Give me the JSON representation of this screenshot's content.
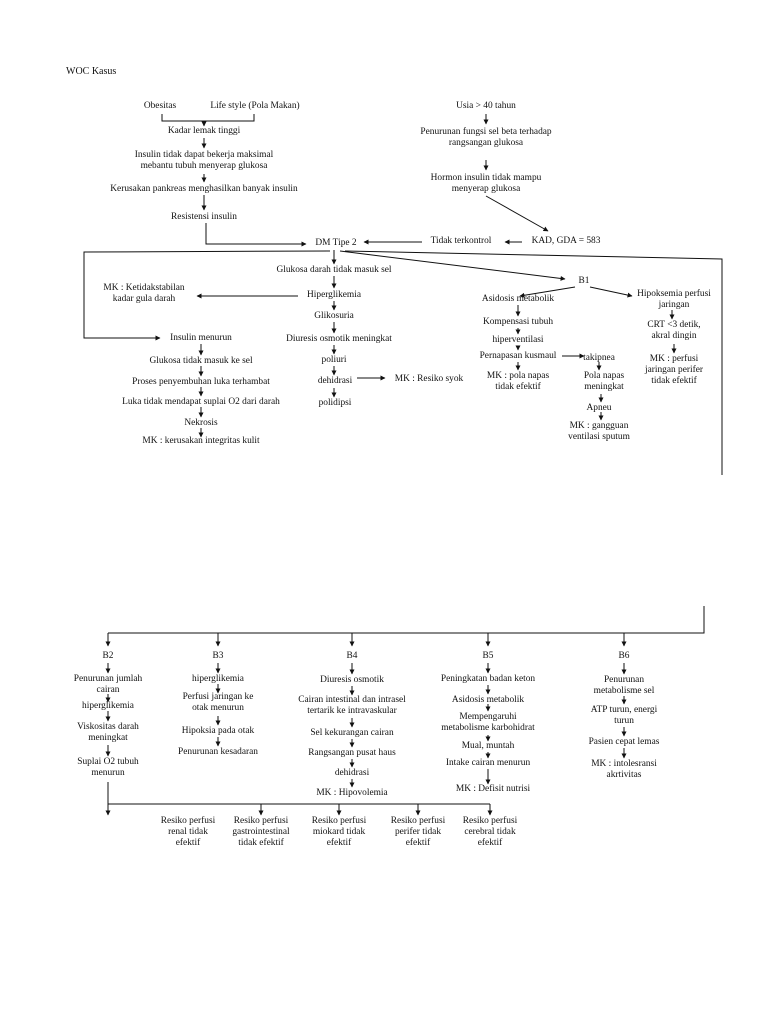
{
  "title": "WOC Kasus",
  "nodes": {
    "obesitas": "Obesitas",
    "lifestyle": "Life style (Pola Makan)",
    "kadar_lemak": "Kadar lemak tinggi",
    "insulin_tidak_bekerja": "Insulin tidak dapat bekerja maksimal\nmebantu tubuh menyerap glukosa",
    "kerusakan_pankreas": "Kerusakan pankreas menghasilkan banyak insulin",
    "resistensi": "Resistensi insulin",
    "usia": "Usia > 40 tahun",
    "penurunan_fungsi": "Penurunan fungsi sel beta terhadap\nrangsangan glukosa",
    "hormon_insulin": "Hormon insulin tidak mampu\nmenyerap glukosa",
    "kad": "KAD, GDA = 583",
    "tidak_terkontrol": "Tidak terkontrol",
    "dm_tipe2": "DM Tipe 2",
    "glukosa_darah": "Glukosa darah tidak masuk sel",
    "hiperglikemia": "Hiperglikemia",
    "mk_ketidakstabilan": "MK : Ketidakstabilan\nkadar gula darah",
    "glikosuria": "Glikosuria",
    "diuresis": "Diuresis osmotik meningkat",
    "poliuri": "poliuri",
    "dehidrasi": "dehidrasi",
    "mk_syok": "MK : Resiko syok",
    "polidipsi": "polidipsi",
    "insulin_menurun": "Insulin menurun",
    "glukosa_tidak_masuk": "Glukosa tidak masuk ke sel",
    "proses_penyembuhan": "Proses penyembuhan luka terhambat",
    "luka_tidak": "Luka tidak mendapat suplai O2 dari darah",
    "nekrosis": "Nekrosis",
    "mk_kulit": "MK : kerusakan integritas kulit",
    "b1": "B1",
    "asidosis": "Asidosis metabolik",
    "kompensasi": "Kompensasi tubuh",
    "hiperventilasi": "hiperventilasi",
    "kusmaul": "Pernapasan kusmaul",
    "takipnea": "takipnea",
    "mk_pola_napas": "MK : pola napas\ntidak efektif",
    "pola_napas_meningkat": "Pola napas\nmeningkat",
    "apneu": "Apneu",
    "mk_ventilasi": "MK : gangguan\nventilasi sputum",
    "hipoksemia": "Hipoksemia perfusi\njaringan",
    "crt": "CRT <3 detik,\nakral dingin",
    "mk_perfusi_perifer": "MK : perfusi\njaringan perifer\ntidak efektif",
    "b2": "B2",
    "b2_penurunan": "Penurunan jumlah\ncairan",
    "b2_hiperglikemia": "hiperglikemia",
    "b2_viskositas": "Viskositas darah\nmeningkat",
    "b2_suplai": "Suplai O2 tubuh\nmenurun",
    "b3": "B3",
    "b3_hiperglikemia": "hiperglikemia",
    "b3_perfusi": "Perfusi jaringan ke\notak menurun",
    "b3_hipoksia": "Hipoksia pada otak",
    "b3_kesadaran": "Penurunan kesadaran",
    "b4": "B4",
    "b4_diuresis": "Diuresis osmotik",
    "b4_cairan": "Cairan intestinal dan intrasel\ntertarik ke intravaskular",
    "b4_sel": "Sel kekurangan cairan",
    "b4_rangsangan": "Rangsangan pusat haus",
    "b4_dehidrasi": "dehidrasi",
    "b4_mk": "MK : Hipovolemia",
    "b5": "B5",
    "b5_keton": "Peningkatan badan keton",
    "b5_asidosis": "Asidosis metabolik",
    "b5_mempengaruhi": "Mempengaruhi\nmetabolisme karbohidrat",
    "b5_mual": "Mual, muntah",
    "b5_intake": "Intake cairan menurun",
    "b5_mk": "MK : Defisit nutrisi",
    "b6": "B6",
    "b6_penurunan": "Penurunan\nmetabolisme sel",
    "b6_atp": "ATP turun, energi\nturun",
    "b6_pasien": "Pasien cepat lemas",
    "b6_mk": "MK : intolesransi\nakrtivitas",
    "r1": "Resiko perfusi\nrenal tidak\nefektif",
    "r2": "Resiko perfusi\ngastrointestinal\ntidak efektif",
    "r3": "Resiko perfusi\nmiokard tidak\nefektif",
    "r4": "Resiko perfusi\nperifer tidak\nefektif",
    "r5": "Resiko perfusi\ncerebral tidak\nefektif"
  }
}
